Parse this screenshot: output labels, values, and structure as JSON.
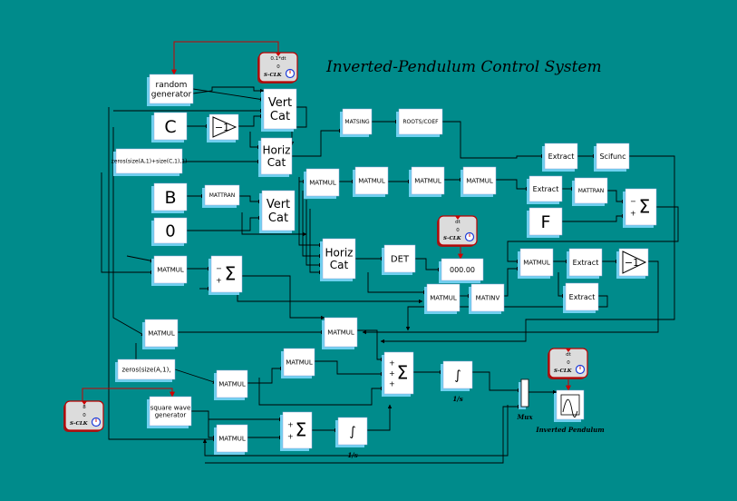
{
  "title": "Inverted-Pendulum Control System",
  "colors": {
    "background": "#008b8b",
    "block_face": "#ffffff",
    "block_shadow": "#6fd0ef",
    "wire": "#000000",
    "event_wire": "#cc0000",
    "clock_fill": "#dcdcdc"
  },
  "blocks": {
    "random_generator": {
      "text": [
        "random",
        "generator"
      ]
    },
    "vert_cat_1": {
      "text": [
        "Vert",
        "Cat"
      ]
    },
    "const_c": {
      "text": [
        "C"
      ]
    },
    "gain_neg1_top": {
      "text": [
        "−1"
      ]
    },
    "horiz_cat_1": {
      "text": [
        "Horiz",
        "Cat"
      ]
    },
    "zeros_expr": {
      "text": [
        "zeros(size(A,1)+size(C,1),1)"
      ]
    },
    "const_b": {
      "text": [
        "B"
      ]
    },
    "mattran_1": {
      "text": [
        "MATTRAN"
      ]
    },
    "vert_cat_2": {
      "text": [
        "Vert",
        "Cat"
      ]
    },
    "const_zero": {
      "text": [
        "0"
      ]
    },
    "matsing": {
      "text": [
        "MATSING"
      ]
    },
    "roots_coef": {
      "text": [
        "ROOTS/COEF"
      ]
    },
    "matmul_r1": {
      "text": [
        "MATMUL"
      ]
    },
    "matmul_r2": {
      "text": [
        "MATMUL"
      ]
    },
    "matmul_r3": {
      "text": [
        "MATMUL"
      ]
    },
    "matmul_r4": {
      "text": [
        "MATMUL"
      ]
    },
    "extract_1": {
      "text": [
        "Extract"
      ]
    },
    "scifunc": {
      "text": [
        "Scifunc"
      ]
    },
    "extract_2": {
      "text": [
        "Extract"
      ]
    },
    "mattran_2": {
      "text": [
        "MATTRAN"
      ]
    },
    "sum_right": {
      "text": [
        "Σ"
      ],
      "signs": [
        "−",
        "+"
      ]
    },
    "const_f": {
      "text": [
        "F"
      ]
    },
    "horiz_cat_2": {
      "text": [
        "Horiz",
        "Cat"
      ]
    },
    "det": {
      "text": [
        "DET"
      ]
    },
    "display": {
      "text": [
        "000.00"
      ]
    },
    "matmul_3": {
      "text": [
        "MATMUL"
      ]
    },
    "extract_3": {
      "text": [
        "Extract"
      ]
    },
    "gain_neg1_right": {
      "text": [
        "−1"
      ]
    },
    "extract_4": {
      "text": [
        "Extract"
      ]
    },
    "matmul_4": {
      "text": [
        "MATMUL"
      ]
    },
    "matinv": {
      "text": [
        "MATINV"
      ]
    },
    "matmul_left": {
      "text": [
        "MATMUL"
      ]
    },
    "sum_left": {
      "text": [
        "Σ"
      ],
      "signs": [
        "−",
        "+"
      ]
    },
    "matmul_5": {
      "text": [
        "MATMUL"
      ]
    },
    "matmul_6": {
      "text": [
        "MATMUL"
      ]
    },
    "zeros_small": {
      "text": [
        "zeros(size(A,1),"
      ]
    },
    "matmul_7": {
      "text": [
        "MATMUL"
      ]
    },
    "matmul_8": {
      "text": [
        "MATMUL"
      ]
    },
    "sum3": {
      "text": [
        "Σ"
      ],
      "signs": [
        "+",
        "+",
        "+"
      ]
    },
    "integ_1": {
      "text": [
        "∫"
      ],
      "caption": "1/s"
    },
    "square_wave": {
      "text": [
        "square wave",
        "generator"
      ]
    },
    "matmul_9": {
      "text": [
        "MATMUL"
      ]
    },
    "sum2": {
      "text": [
        "Σ"
      ],
      "signs": [
        "+",
        "+"
      ]
    },
    "integ_2": {
      "text": [
        "∫"
      ],
      "caption": "1/s"
    },
    "mux": {
      "text": [],
      "caption": "Mux"
    },
    "scope": {
      "text": [],
      "caption": "Inverted Pendulum"
    }
  },
  "clocks": [
    {
      "label": "S-CLK",
      "period": "0.1*dt",
      "init": "0"
    },
    {
      "label": "S-CLK",
      "period": "dt",
      "init": "0"
    },
    {
      "label": "S-CLK",
      "period": "dt",
      "init": "0"
    },
    {
      "label": "S-CLK",
      "period": "8",
      "init": "0"
    }
  ]
}
